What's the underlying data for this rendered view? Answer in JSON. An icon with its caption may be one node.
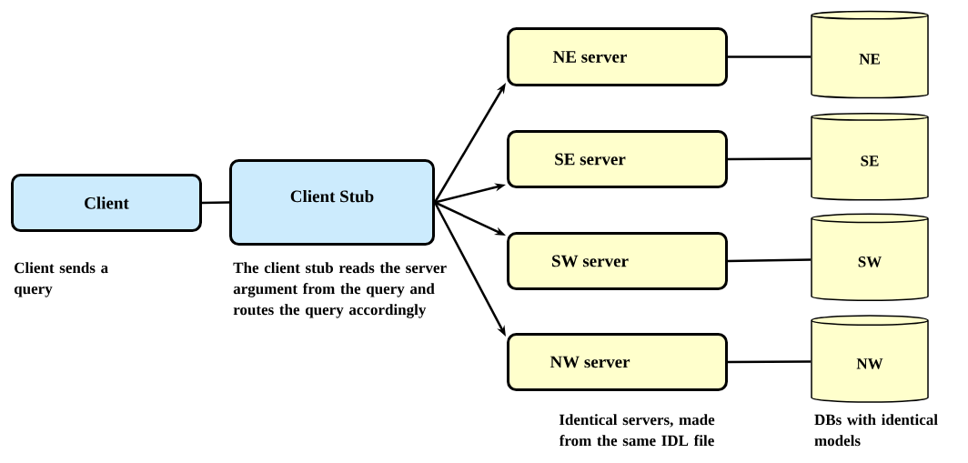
{
  "diagram": {
    "nodes": [
      {
        "text": [
          "Client"
        ],
        "beside": [
          "Client sends a query"
        ]
      },
      {
        "text": [
          "Client  Stub"
        ],
        "beside": [
          "The client stub reads the server argument from the query and routes the query accordingly"
        ]
      },
      {
        "text": [
          "NE server"
        ]
      },
      {
        "text": [
          "SE server"
        ]
      },
      {
        "text": [
          "SW server"
        ]
      },
      {
        "text": [
          "NW server"
        ]
      },
      {
        "text": [
          "NE"
        ]
      },
      {
        "text": [
          "SE"
        ]
      },
      {
        "text": [
          "SW"
        ]
      },
      {
        "text": [
          "NW"
        ]
      }
    ],
    "edges": [
      {
        "from": 0,
        "to": 1,
        "arrow": "none"
      },
      {
        "from": 1,
        "to": 2,
        "arrow": "to"
      },
      {
        "from": 1,
        "to": 3,
        "arrow": "to"
      },
      {
        "from": 1,
        "to": 4,
        "arrow": "to"
      },
      {
        "from": 1,
        "to": 5,
        "arrow": "to"
      },
      {
        "from": 2,
        "to": 6,
        "arrow": "none"
      },
      {
        "from": 3,
        "to": 7,
        "arrow": "none"
      },
      {
        "from": 4,
        "to": 8,
        "arrow": "none"
      },
      {
        "from": 5,
        "to": 9,
        "arrow": "none"
      }
    ],
    "labels": [
      "Identical servers, made from the same IDL file",
      "DBs with identical models"
    ]
  }
}
